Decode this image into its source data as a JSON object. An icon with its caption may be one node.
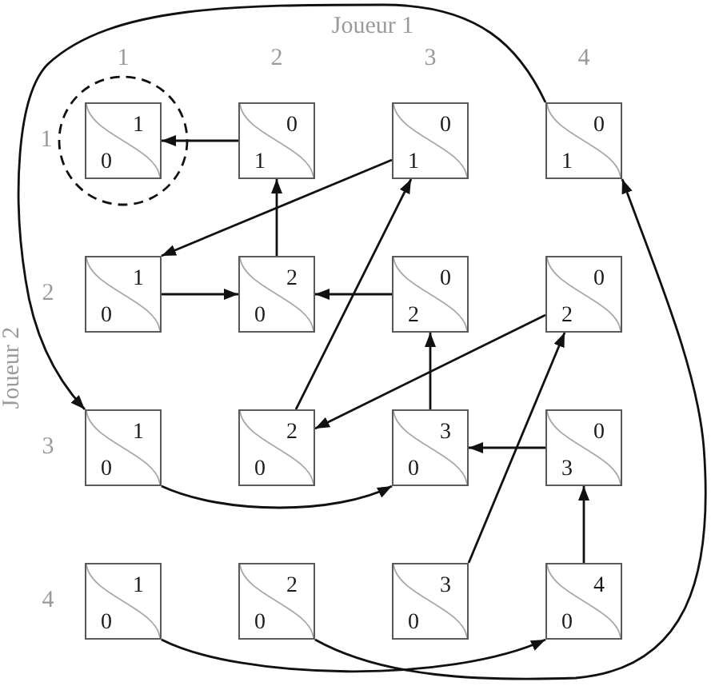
{
  "diagram": {
    "nodes": [
      {
        "text": [],
        "shape": "circle"
      },
      {
        "text": [
          "1",
          "0"
        ],
        "in": 0
      },
      {
        "text": [
          "0",
          "1"
        ]
      },
      {
        "text": [
          "0",
          "1"
        ]
      },
      {
        "text": [
          "0",
          "1"
        ]
      },
      {
        "text": [
          "1",
          "0"
        ]
      },
      {
        "text": [
          "2",
          "0"
        ]
      },
      {
        "text": [
          "0",
          "2"
        ]
      },
      {
        "text": [
          "0",
          "2"
        ]
      },
      {
        "text": [
          "1",
          "0"
        ]
      },
      {
        "text": [
          "2",
          "0"
        ]
      },
      {
        "text": [
          "3",
          "0"
        ]
      },
      {
        "text": [
          "0",
          "3"
        ]
      },
      {
        "text": [
          "1",
          "0"
        ]
      },
      {
        "text": [
          "2",
          "0"
        ]
      },
      {
        "text": [
          "3",
          "0"
        ]
      },
      {
        "text": [
          "4",
          "0"
        ]
      }
    ],
    "edges": [
      {
        "from": 2,
        "to": 1,
        "arrow": "to"
      },
      {
        "from": 3,
        "to": 5,
        "arrow": "to"
      },
      {
        "from": 4,
        "to": 9,
        "arrow": "to"
      },
      {
        "from": 6,
        "to": 2,
        "arrow": "to"
      },
      {
        "from": 5,
        "to": 6,
        "arrow": "to"
      },
      {
        "from": 7,
        "to": 6,
        "arrow": "to"
      },
      {
        "from": 10,
        "to": 3,
        "arrow": "to"
      },
      {
        "from": 8,
        "to": 10,
        "arrow": "to"
      },
      {
        "from": 11,
        "to": 7,
        "arrow": "to"
      },
      {
        "from": 12,
        "to": 11,
        "arrow": "to"
      },
      {
        "from": 15,
        "to": 8,
        "arrow": "to"
      },
      {
        "from": 16,
        "to": 12,
        "arrow": "to"
      },
      {
        "from": 9,
        "to": 11,
        "arrow": "to"
      },
      {
        "from": 13,
        "to": 16,
        "arrow": "to"
      },
      {
        "from": 14,
        "to": 4,
        "arrow": "to"
      }
    ],
    "labels": [
      "Joueur 1",
      "1",
      "2",
      "3",
      "4",
      "1",
      "2",
      "Joueur 2",
      "3",
      "4"
    ]
  }
}
